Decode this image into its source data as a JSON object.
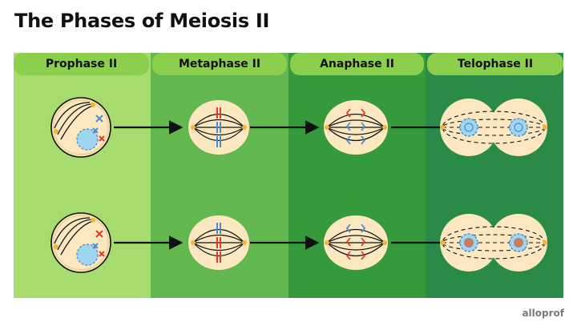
{
  "title": "The Phases of Meiosis II",
  "phases": [
    {
      "label": "Prophase II"
    },
    {
      "label": "Metaphase II"
    },
    {
      "label": "Anaphase II"
    },
    {
      "label": "Telophase II"
    }
  ],
  "colors": {
    "cell": "#fbe8c0",
    "membrane": "#f4d9a0",
    "centrosome": "#f3b433",
    "nucleus": "#9fd6ef",
    "chromatid_red": "#e23a2a",
    "chromatid_blue": "#4a8bd6",
    "chromatin": "#c96e4a"
  },
  "logo": "alloprof"
}
